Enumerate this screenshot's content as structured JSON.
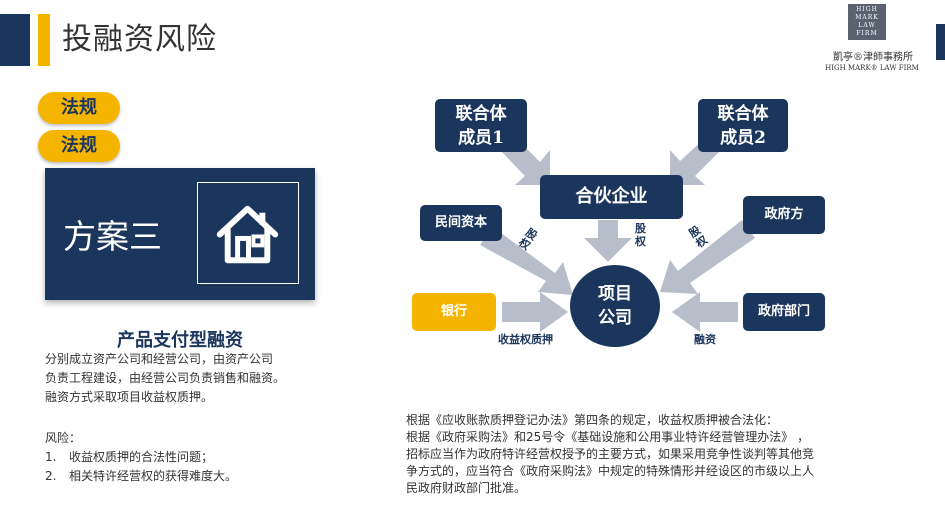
{
  "slide": {
    "title": "投融资风险"
  },
  "logo": {
    "mark_lines": [
      "HIGH",
      "MARK",
      "LAW",
      "FIRM"
    ],
    "cn_name": "凱亭®津師事務所",
    "en_name": "HIGH MARK® LAW FIRM"
  },
  "tags": [
    "法规",
    "法规"
  ],
  "scheme": {
    "label": "方案三",
    "icon": "house-icon"
  },
  "product": {
    "heading": "产品支付型融资",
    "description": [
      "分别成立资产公司和经营公司，由资产公司",
      "负责工程建设，由经营公司负责销售和融资。",
      "融资方式采取项目收益权质押。"
    ],
    "risk_title": "风险：",
    "risks": [
      {
        "num": "1.",
        "text": "收益权质押的合法性问题；"
      },
      {
        "num": "2.",
        "text": "相关特许经营权的获得难度大。"
      }
    ]
  },
  "diagram": {
    "member1": [
      "联合体",
      "成员1"
    ],
    "member2": [
      "联合体",
      "成员2"
    ],
    "partnership": "合伙企业",
    "private_capital": "民间资本",
    "government": "政府方",
    "project": [
      "项目",
      "公司"
    ],
    "bank": "银行",
    "gov_dept": "政府部门",
    "equity_left": "股权",
    "equity_center": "股权",
    "equity_right": "股权",
    "pledge": "收益权质押",
    "financing": "融资"
  },
  "colors": {
    "navy": "#1b365d",
    "gold": "#f5b400",
    "arrow": "#b8bec9"
  },
  "note": [
    "根据《应收账款质押登记办法》第四条的规定，收益权质押被合法化：",
    "根据《政府采购法》和25号令《基础设施和公用事业特许经营管理办法》  ，",
    "招标应当作为政府特许经营权授予的主要方式，如果采用竞争性谈判等其他竞",
    "争方式的，应当符合《政府采购法》中规定的特殊情形并经设区的市级以上人",
    "民政府财政部门批准。"
  ]
}
